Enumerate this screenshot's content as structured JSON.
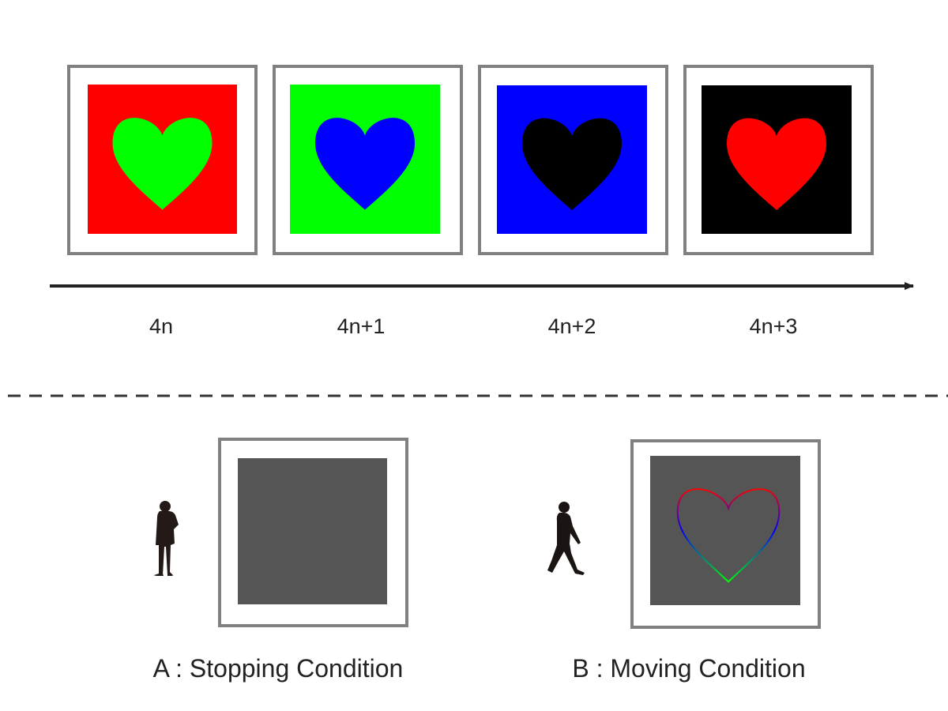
{
  "sequence": {
    "frames": [
      {
        "label": "4n",
        "background_color": "#ff0000",
        "heart_color": "#00ff00"
      },
      {
        "label": "4n+1",
        "background_color": "#00ff00",
        "heart_color": "#0000ff"
      },
      {
        "label": "4n+2",
        "background_color": "#0000ff",
        "heart_color": "#000000"
      },
      {
        "label": "4n+3",
        "background_color": "#000000",
        "heart_color": "#ff0000"
      }
    ]
  },
  "conditions": [
    {
      "label": "A : Stopping Condition",
      "person": "standing-person-icon",
      "panel_color": "#555555",
      "shows_heart": false
    },
    {
      "label": "B : Moving Condition",
      "person": "walking-person-icon",
      "panel_color": "#555555",
      "shows_heart": true,
      "heart_outline_colors": [
        "#ff0000",
        "#0000ff",
        "#00ff00"
      ]
    }
  ],
  "colors": {
    "frame_border": "#808080",
    "arrow": "#222222",
    "divider": "#333333",
    "text": "#222222"
  }
}
